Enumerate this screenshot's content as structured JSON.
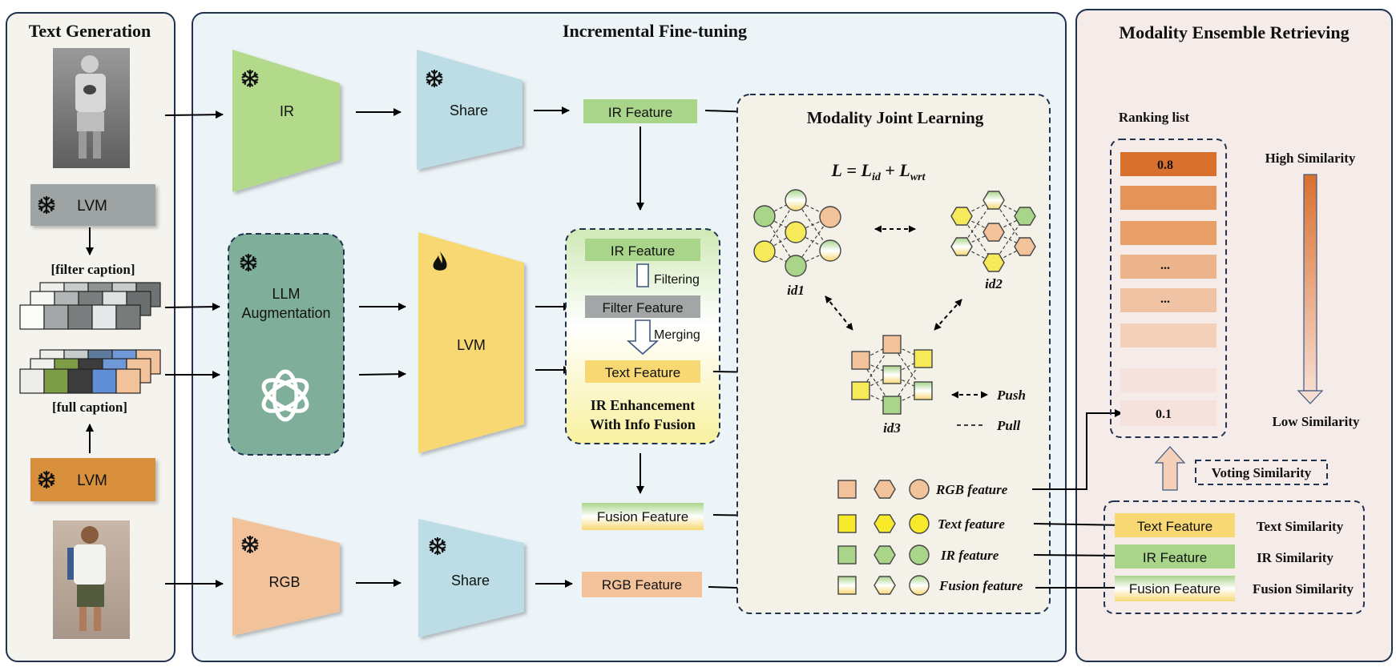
{
  "panels": {
    "text_generation": "Text Generation",
    "incremental": "Incremental Fine-tuning",
    "ensemble": "Modality Ensemble Retrieving"
  },
  "text_gen": {
    "lvm_top": "LVM",
    "filter_caption": "[filter caption]",
    "full_caption": "[full caption]",
    "lvm_bottom": "LVM"
  },
  "incremental": {
    "ir_encoder": "IR",
    "share_top": "Share",
    "llm_aug_line1": "LLM",
    "llm_aug_line2": "Augmentation",
    "lvm_encoder": "LVM",
    "rgb_encoder": "RGB",
    "share_bottom": "Share",
    "ir_feature_top": "IR Feature",
    "fusion_feature": "Fusion Feature",
    "rgb_feature": "RGB Feature",
    "enh_ir_feature": "IR Feature",
    "filtering": "Filtering",
    "filter_feature": "Filter Feature",
    "merging": "Merging",
    "text_feature": "Text Feature",
    "enh_caption_line1": "IR  Enhancement",
    "enh_caption_line2": "With Info Fusion"
  },
  "joint": {
    "title": "Modality Joint Learning",
    "loss_L": "L",
    "loss_eq": " = ",
    "loss_L1": "L",
    "loss_sub1": "id",
    "loss_plus": " + ",
    "loss_L2": "L",
    "loss_sub2": "wrt",
    "id1": "id1",
    "id2": "id2",
    "id3": "id3",
    "push": "Push",
    "pull": "Pull",
    "legend": [
      "RGB feature",
      "Text feature",
      "IR feature",
      "Fusion feature"
    ]
  },
  "ensemble": {
    "ranking_title": "Ranking list",
    "rank_top": "0.8",
    "rank_dots1": "...",
    "rank_dots2": "...",
    "rank_bottom": "0.1",
    "high_sim": "High Similarity",
    "low_sim": "Low Similarity",
    "voting": "Voting Similarity",
    "features": [
      {
        "feature": "Text Feature",
        "similarity": "Text Similarity"
      },
      {
        "feature": "IR Feature",
        "similarity": "IR Similarity"
      },
      {
        "feature": "Fusion Feature",
        "similarity": "Fusion Similarity"
      }
    ]
  },
  "colors": {
    "ir_green": "#b3d98a",
    "share_blue": "#bcdde6",
    "lvm_yellow": "#f7d873",
    "rgb_orange": "#f2c29a",
    "llm_teal": "#7faf9b",
    "lvm_gray": "#9ea3a3",
    "lvm_orange": "#d8903c",
    "rank_dark": "#d9702e"
  },
  "icons": [
    "snowflake-icon",
    "flame-icon",
    "openai-logo-icon",
    "snowflake-icon"
  ]
}
